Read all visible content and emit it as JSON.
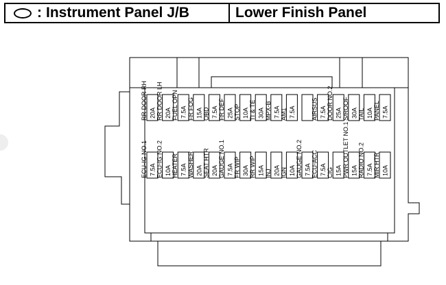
{
  "header": {
    "symbol_label": ":",
    "left_title": "Instrument Panel J/B",
    "right_title": "Lower Finish Panel"
  },
  "fuses_top": [
    {
      "name": "RR DOOR RH",
      "amp": "20A"
    },
    {
      "name": "RR DOOR LH",
      "amp": "20A"
    },
    {
      "name": "FUEL OPN",
      "amp": "7.5A"
    },
    {
      "name": "FR FOG",
      "amp": "15A"
    },
    {
      "name": "OBD",
      "amp": "7.5A"
    },
    {
      "name": "FR DEF",
      "amp": "25A"
    },
    {
      "name": "STOP",
      "amp": "10A"
    },
    {
      "name": "TI & TE",
      "amp": "30A"
    },
    {
      "name": "MPX-B",
      "amp": "7.5A"
    },
    {
      "name": "AM1",
      "amp": "7.5A"
    },
    {
      "name": "",
      "amp": ""
    },
    {
      "name": "AIRSUS",
      "amp": "7.5A"
    },
    {
      "name": "DOOR NO.2",
      "amp": "25A"
    },
    {
      "name": "S/ROOF",
      "amp": "30A"
    },
    {
      "name": "TAIL",
      "amp": "10A"
    },
    {
      "name": "PANEL",
      "amp": "7.5A"
    }
  ],
  "fuses_bottom": [
    {
      "name": "ECU-IG NO.1",
      "amp": "7.5A"
    },
    {
      "name": "ECU-IG NO.2",
      "amp": "10A"
    },
    {
      "name": "HEATER",
      "amp": "7.5A"
    },
    {
      "name": "WASHER",
      "amp": "20A"
    },
    {
      "name": "SEAT HTR",
      "amp": "20A"
    },
    {
      "name": "GAUGE NO.1",
      "amp": "7.5A"
    },
    {
      "name": "FR WIP",
      "amp": "30A"
    },
    {
      "name": "RR WIP",
      "amp": "15A"
    },
    {
      "name": "INJ",
      "amp": "20A"
    },
    {
      "name": "IGN",
      "amp": "10A"
    },
    {
      "name": "GAUGE NO.2",
      "amp": "7.5A"
    },
    {
      "name": "ECU-ACC",
      "amp": "7.5A"
    },
    {
      "name": "CIG",
      "amp": "15A"
    },
    {
      "name": "PWR OUTLET NO.1",
      "amp": "15A"
    },
    {
      "name": "RADIO NO.2",
      "amp": "7.5A"
    },
    {
      "name": "MIR HTR",
      "amp": "10A"
    }
  ]
}
